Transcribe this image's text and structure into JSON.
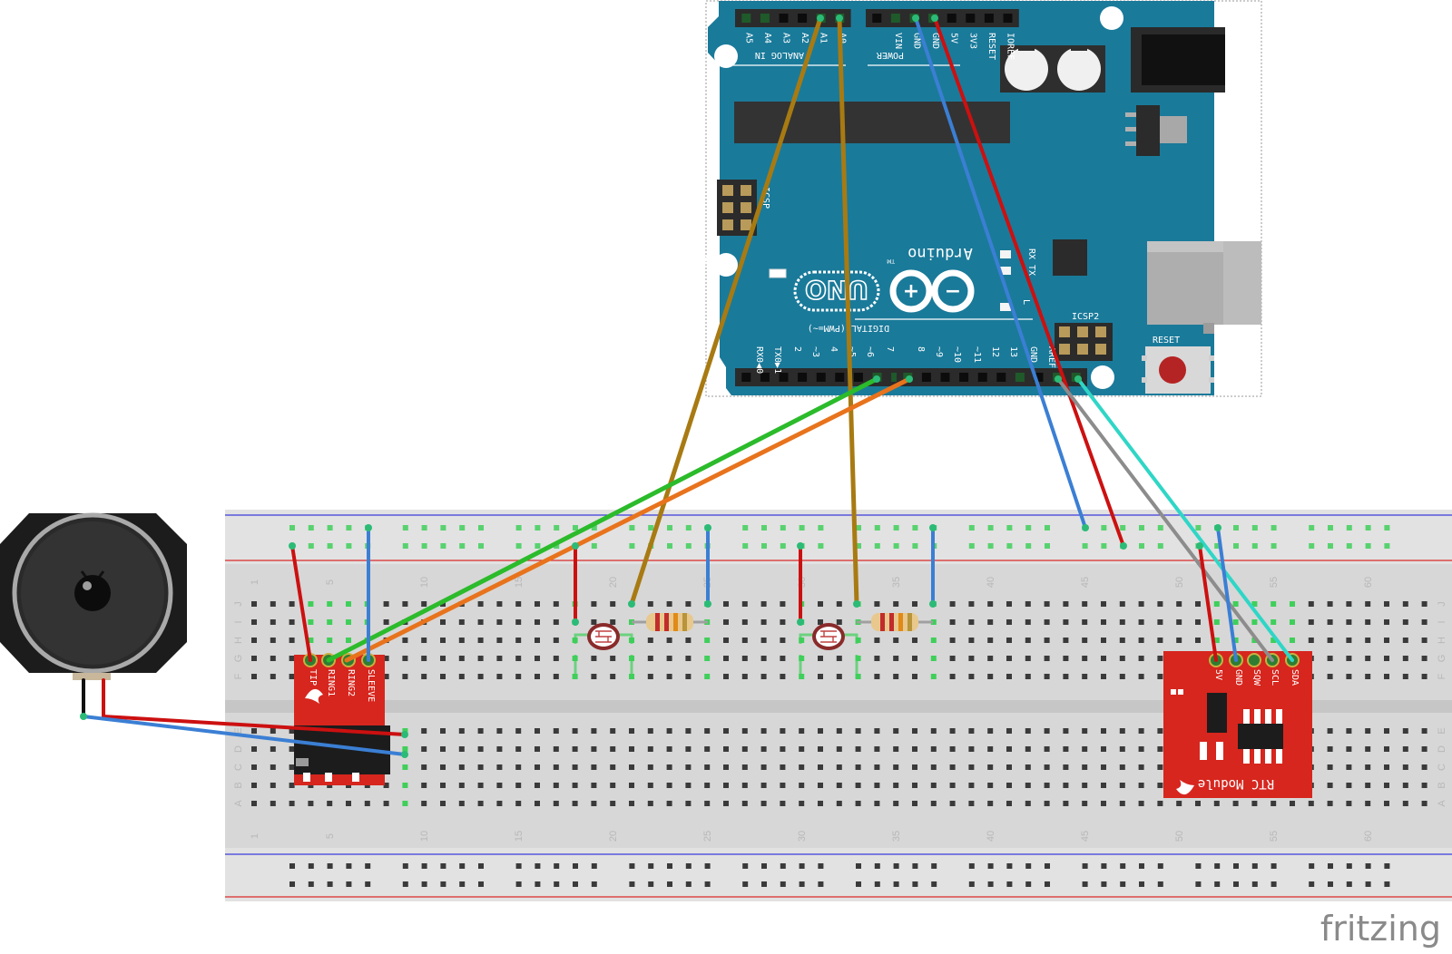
{
  "brand": "fritzing",
  "arduino": {
    "logo": "Arduino",
    "model": "UNO",
    "tm": "TM",
    "on_label": "ON",
    "tx_label": "TX",
    "rx_label": "RX",
    "l_label": "L",
    "icsp_label": "ICSP",
    "icsp2_label": "ICSP2",
    "reset_label": "RESET",
    "digital_label": "DIGITAL (PWM=~)",
    "analog_label": "ANALOG IN",
    "power_label": "POWER",
    "analog_pins": [
      "A5",
      "A4",
      "A3",
      "A2",
      "A1",
      "A0"
    ],
    "power_pins": [
      "VIN",
      "GND",
      "GND",
      "5V",
      "3V3",
      "RESET",
      "IOREF"
    ],
    "digital_pins": [
      "RX0◀0",
      "TX0▶1",
      "2",
      "~3",
      "4",
      "~5",
      "~6",
      "7",
      "8",
      "~9",
      "~10",
      "~11",
      "12",
      "13",
      "GND",
      "AREF"
    ]
  },
  "audio_jack": {
    "pins": [
      "TIP",
      "RING1",
      "RING2",
      "SLEEVE"
    ]
  },
  "rtc": {
    "title": "RTC Module",
    "pins": [
      "5V",
      "GND",
      "SQW",
      "SCL",
      "SDA"
    ]
  },
  "breadboard": {
    "column_numbers": [
      "1",
      "5",
      "10",
      "15",
      "20",
      "25",
      "30",
      "35",
      "40",
      "45",
      "50",
      "55",
      "60"
    ],
    "upper_row_letters": [
      "J",
      "I",
      "H",
      "G",
      "F"
    ],
    "lower_row_letters": [
      "E",
      "D",
      "C",
      "B",
      "A"
    ]
  },
  "colors": {
    "board_blue": "#1a7a9a",
    "breadboard": "#d7d7d7",
    "sparkfun_red": "#d6261e",
    "wire_red": "#cc1010",
    "wire_blue": "#3b7fd4",
    "wire_green": "#2bbb2b",
    "wire_orange": "#e8731c",
    "wire_ochre": "#a87a12",
    "wire_grey": "#8c8c8c",
    "wire_cyan": "#2fd6c6"
  }
}
